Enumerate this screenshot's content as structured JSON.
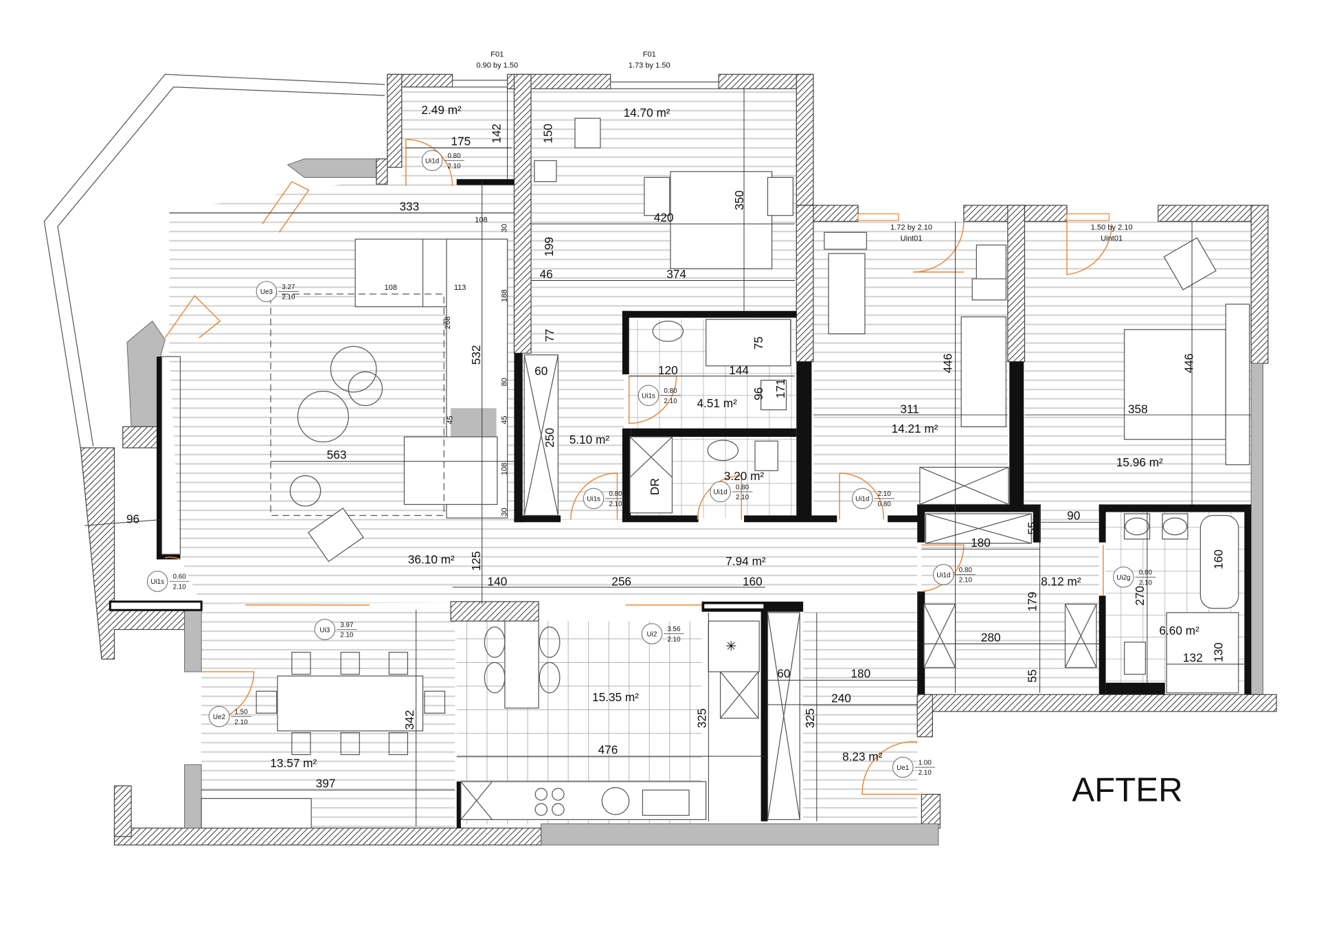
{
  "title": "AFTER",
  "areas": [
    "2.49 m²",
    "14.70 m²",
    "36.10 m²",
    "5.10 m²",
    "4.51 m²",
    "3.20 m²",
    "14.21 m²",
    "15.96 m²",
    "7.94 m²",
    "8.12 m²",
    "6.60 m²",
    "15.35 m²",
    "13.57 m²",
    "8.23 m²"
  ],
  "dimensions": [
    "175",
    "142",
    "333",
    "150",
    "420",
    "350",
    "374",
    "199",
    "46",
    "108",
    "30",
    "108",
    "113",
    "188",
    "268",
    "532",
    "77",
    "60",
    "80",
    "45",
    "45",
    "250",
    "108",
    "30",
    "563",
    "96",
    "125",
    "140",
    "256",
    "160",
    "75",
    "120",
    "144",
    "96",
    "171",
    "311",
    "446",
    "358",
    "446",
    "90",
    "180",
    "55",
    "179",
    "280",
    "55",
    "270",
    "160",
    "132",
    "130",
    "60",
    "180",
    "240",
    "325",
    "325",
    "342",
    "476",
    "397"
  ],
  "windows": [
    {
      "type": "F01",
      "size": "0.90 by 1.50"
    },
    {
      "type": "F01",
      "size": "1.73 by 1.50"
    },
    {
      "type": "Uint01",
      "size": "1.72 by 2.10"
    },
    {
      "type": "Uint01",
      "size": "1.50 by 2.10"
    }
  ],
  "doors": [
    {
      "tag": "Ui1d",
      "w": "0.80",
      "h": "2.10"
    },
    {
      "tag": "Ue3",
      "w": "3.27",
      "h": "2.10"
    },
    {
      "tag": "Ui1s",
      "w": "0.80",
      "h": "2.10"
    },
    {
      "tag": "Ui1s",
      "w": "0.80",
      "h": "2.10"
    },
    {
      "tag": "Ui1d",
      "w": "0.80",
      "h": "2.10"
    },
    {
      "tag": "Ui1d",
      "w": "2.10",
      "h": "0.80"
    },
    {
      "tag": "Ui1s",
      "w": "0.60",
      "h": "2.10"
    },
    {
      "tag": "Ui3",
      "w": "3.97",
      "h": "2.10"
    },
    {
      "tag": "Ui2",
      "w": "3.56",
      "h": "2.10"
    },
    {
      "tag": "Ue2",
      "w": "1.50",
      "h": "2.10"
    },
    {
      "tag": "Ui1d",
      "w": "0.80",
      "h": "2.10"
    },
    {
      "tag": "Ui2g",
      "w": "0.80",
      "h": "2.10"
    },
    {
      "tag": "Ue1",
      "w": "1.00",
      "h": "2.10"
    }
  ],
  "labels": {
    "dressing_room": "DR"
  },
  "colors": {
    "door": "#e8883a",
    "wall": "#111111",
    "column": "#bbbbbb"
  }
}
